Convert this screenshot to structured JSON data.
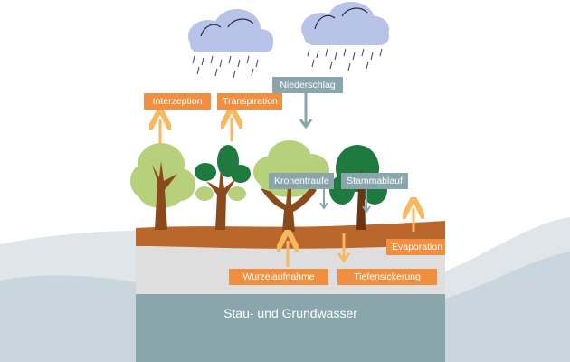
{
  "labels": {
    "interception": "Interzeption",
    "transpiration": "Transpiration",
    "precipitation": "Niederschlag",
    "throughfall": "Kronentraufe",
    "stemflow": "Stammablauf",
    "evaporation": "Evaporation",
    "root_uptake": "Wurzelaufnahme",
    "deep_percolation": "Tiefensickerung",
    "groundwater": "Stau- und Grundwasser"
  },
  "colors": {
    "process_outgoing": "#ef8f3f",
    "process_incoming": "#8aa6ad",
    "arrow_up": "#f7b85f",
    "arrow_down": "#8aa6ad",
    "soil": "#b9672a",
    "subsoil": "#dedede",
    "groundwater": "#8aa6ad",
    "foliage_light": "#b7d07c",
    "foliage_dark": "#1e7a3e",
    "trunk": "#8a4a1c",
    "cloud": "#b7c3e7"
  },
  "icons": [
    "rain-cloud-icon",
    "rain-cloud-icon",
    "tree-icon",
    "tree-icon",
    "tree-icon",
    "tree-icon"
  ]
}
